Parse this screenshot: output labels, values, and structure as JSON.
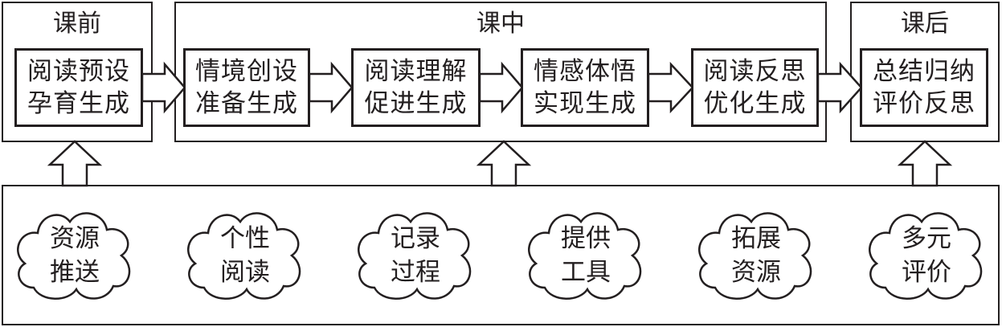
{
  "stages": {
    "pre": {
      "title": "课前"
    },
    "mid": {
      "title": "课中"
    },
    "post": {
      "title": "课后"
    }
  },
  "steps": [
    {
      "line1": "阅读预设",
      "line2": "孕育生成"
    },
    {
      "line1": "情境创设",
      "line2": "准备生成"
    },
    {
      "line1": "阅读理解",
      "line2": "促进生成"
    },
    {
      "line1": "情感体悟",
      "line2": "实现生成"
    },
    {
      "line1": "阅读反思",
      "line2": "优化生成"
    },
    {
      "line1": "总结归纳",
      "line2": "评价反思"
    }
  ],
  "supports": [
    {
      "line1": "资源",
      "line2": "推送"
    },
    {
      "line1": "个性",
      "line2": "阅读"
    },
    {
      "line1": "记录",
      "line2": "过程"
    },
    {
      "line1": "提供",
      "line2": "工具"
    },
    {
      "line1": "拓展",
      "line2": "资源"
    },
    {
      "line1": "多元",
      "line2": "评价"
    }
  ]
}
